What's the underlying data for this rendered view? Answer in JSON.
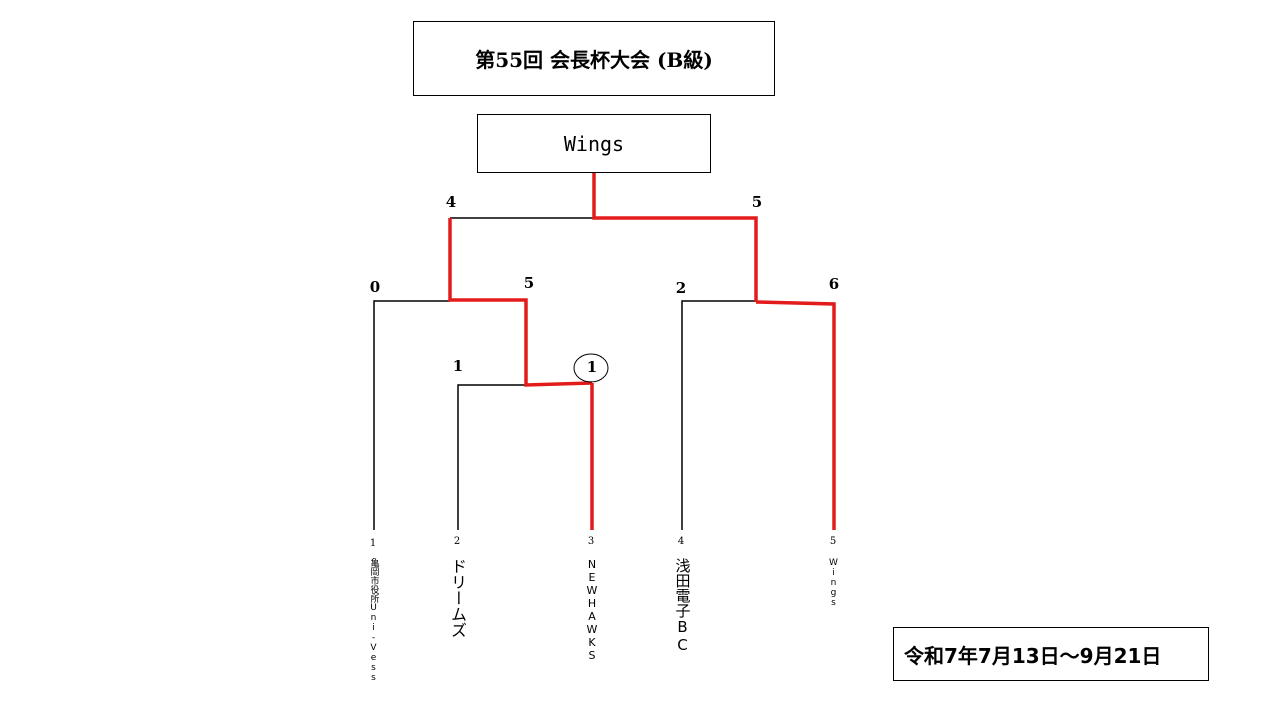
{
  "title": "第55回 会長杯大会 (B級)",
  "champion": "Wings",
  "date_range": "令和7年7月13日～9月21日",
  "colors": {
    "winner_line": "#e31b1b",
    "line": "#000000"
  },
  "scores": {
    "final_left": "4",
    "final_right": "5",
    "semi_left_top": "0",
    "semi_left_bottom": "5",
    "semi_right_left": "2",
    "semi_right_right": "6",
    "quarter_left": "1",
    "quarter_right": "1"
  },
  "teams": [
    {
      "seed": "1",
      "name": "亀岡市役所Uni-Vess"
    },
    {
      "seed": "2",
      "name": "ドリームズ"
    },
    {
      "seed": "3",
      "name": "NEWHAWKS"
    },
    {
      "seed": "4",
      "name": "浅田電子BC"
    },
    {
      "seed": "5",
      "name": "Wings"
    }
  ]
}
